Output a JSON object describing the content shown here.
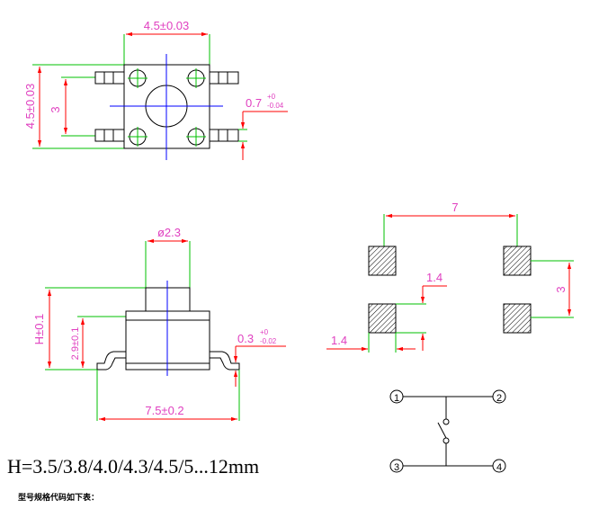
{
  "top_view": {
    "width_dim": "4.5±0.03",
    "height_dim": "4.5±0.03",
    "pin_spacing": "3",
    "pin_thickness": {
      "base": "0.7",
      "sup": "+0",
      "sub": "-0.04"
    }
  },
  "side_view": {
    "stem_dia": "ø2.3",
    "height": "H±0.1",
    "body_height": "2.9±0.1",
    "length": "7.5±0.2",
    "lead_thickness": {
      "base": "0.3",
      "sup": "+0",
      "sub": "-0.02"
    }
  },
  "pcb_layout": {
    "pad_pitch_x": "7",
    "pad_pitch_y": "3",
    "pad_size_a": "1.4",
    "pad_size_b": "1.4"
  },
  "schematic": {
    "pins": [
      "1",
      "2",
      "3",
      "4"
    ]
  },
  "height_options": "H=3.5/3.8/4.0/4.3/4.5/5...12mm",
  "subtitle": "型号规格代码如下表："
}
